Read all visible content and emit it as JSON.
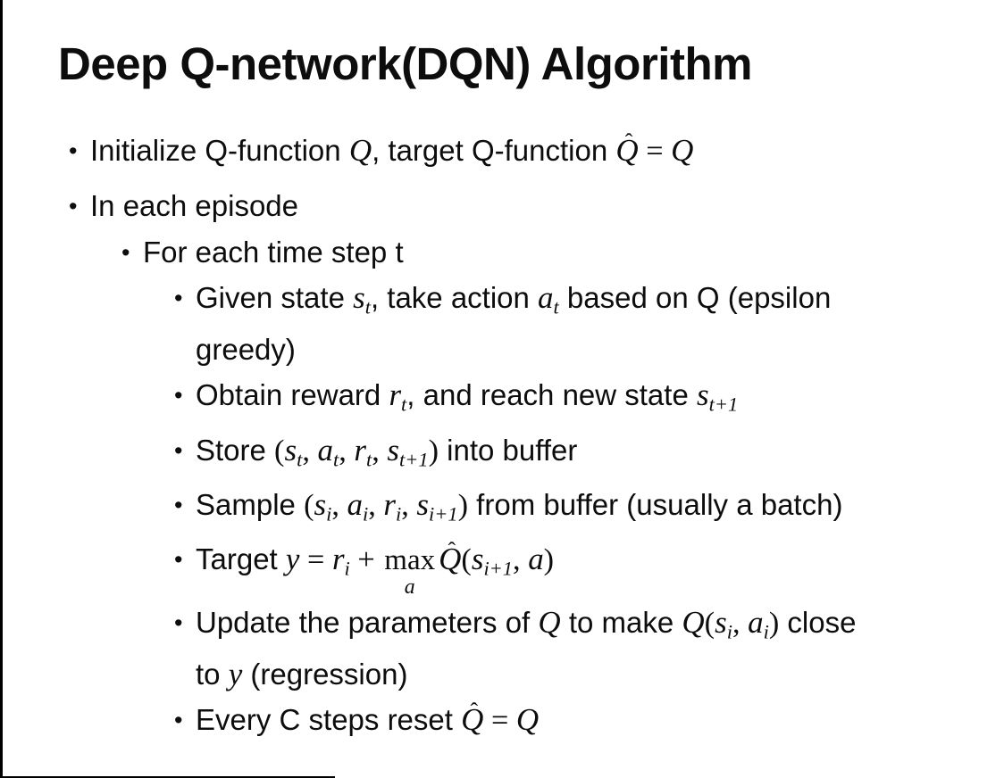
{
  "title": "Deep Q-network(DQN) Algorithm",
  "marker": "•",
  "colors": {
    "background": "#ffffff",
    "text": "#0d0d0d",
    "edge_line": "#000000"
  },
  "bullets": [
    {
      "level": 1,
      "lines": [
        [
          {
            "t": "Initialize Q-function "
          },
          {
            "m": "Q"
          },
          {
            "t": ", target Q-function "
          },
          {
            "hat": "Q"
          },
          {
            "mr": " = "
          },
          {
            "m": "Q"
          }
        ]
      ]
    },
    {
      "level": 1,
      "lines": [
        [
          {
            "t": "In each episode"
          }
        ]
      ]
    },
    {
      "level": 2,
      "lines": [
        [
          {
            "t": "For each time step t"
          }
        ]
      ]
    },
    {
      "level": 3,
      "lines": [
        [
          {
            "t": "Given state "
          },
          {
            "m": "s"
          },
          {
            "sub": "t"
          },
          {
            "t": ", take action "
          },
          {
            "m": "a"
          },
          {
            "sub": "t"
          },
          {
            "t": " based on Q (epsilon"
          }
        ],
        [
          {
            "t": "greedy)"
          }
        ]
      ]
    },
    {
      "level": 3,
      "lines": [
        [
          {
            "t": "Obtain reward "
          },
          {
            "m": "r"
          },
          {
            "sub": "t"
          },
          {
            "t": ", and reach new state "
          },
          {
            "m": "s"
          },
          {
            "sub": "t+1"
          }
        ]
      ]
    },
    {
      "level": 3,
      "lines": [
        [
          {
            "t": "Store "
          },
          {
            "mr": "("
          },
          {
            "m": "s"
          },
          {
            "sub": "t"
          },
          {
            "mr": ", "
          },
          {
            "m": "a"
          },
          {
            "sub": "t"
          },
          {
            "mr": ", "
          },
          {
            "m": "r"
          },
          {
            "sub": "t"
          },
          {
            "mr": ", "
          },
          {
            "m": "s"
          },
          {
            "sub": "t+1"
          },
          {
            "mr": ")"
          },
          {
            "t": " into buffer"
          }
        ]
      ]
    },
    {
      "level": 3,
      "lines": [
        [
          {
            "t": "Sample "
          },
          {
            "mr": "("
          },
          {
            "m": "s"
          },
          {
            "sub": "i"
          },
          {
            "mr": ", "
          },
          {
            "m": "a"
          },
          {
            "sub": "i"
          },
          {
            "mr": ", "
          },
          {
            "m": "r"
          },
          {
            "sub": "i"
          },
          {
            "mr": ", "
          },
          {
            "m": "s"
          },
          {
            "sub": "i+1"
          },
          {
            "mr": ")"
          },
          {
            "t": " from buffer (usually a batch)"
          }
        ]
      ]
    },
    {
      "level": 3,
      "lines": [
        [
          {
            "t": "Target "
          },
          {
            "m": "y"
          },
          {
            "mr": " = "
          },
          {
            "m": "r"
          },
          {
            "sub": "i"
          },
          {
            "mr": " + "
          },
          {
            "max": {
              "op": "max",
              "under": "a"
            }
          },
          {
            "hat": "Q"
          },
          {
            "mr": "("
          },
          {
            "m": "s"
          },
          {
            "sub": "i+1"
          },
          {
            "mr": ", "
          },
          {
            "m": "a"
          },
          {
            "mr": ")"
          }
        ]
      ]
    },
    {
      "level": 3,
      "lines": [
        [
          {
            "t": "Update the parameters of "
          },
          {
            "m": "Q"
          },
          {
            "t": " to make "
          },
          {
            "m": "Q"
          },
          {
            "mr": "("
          },
          {
            "m": "s"
          },
          {
            "sub": "i"
          },
          {
            "mr": ", "
          },
          {
            "m": "a"
          },
          {
            "sub": "i"
          },
          {
            "mr": ")"
          },
          {
            "t": " close"
          }
        ],
        [
          {
            "t": "to "
          },
          {
            "m": "y"
          },
          {
            "t": " (regression)"
          }
        ]
      ]
    },
    {
      "level": 3,
      "lines": [
        [
          {
            "t": "Every C steps reset "
          },
          {
            "hat": "Q"
          },
          {
            "mr": " = "
          },
          {
            "m": "Q"
          }
        ]
      ]
    }
  ]
}
